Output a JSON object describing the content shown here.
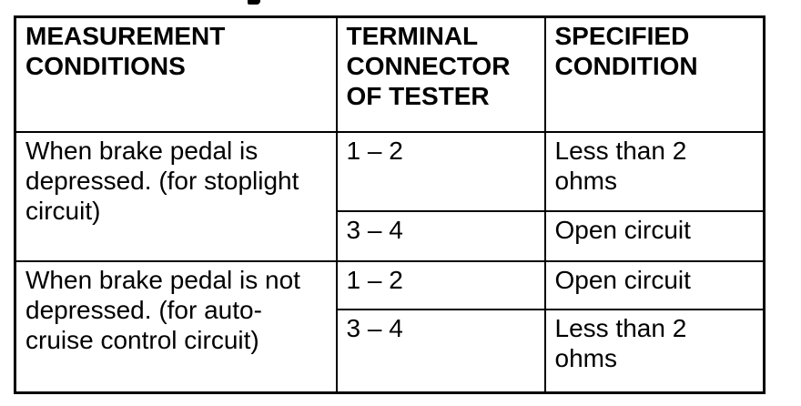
{
  "page": {
    "background": "#ffffff",
    "ink_color": "#000000"
  },
  "table": {
    "columns": [
      {
        "header": "MEASUREMENT CONDITIONS"
      },
      {
        "header": "TERMINAL CONNECTOR OF TESTER"
      },
      {
        "header": "SPECIFIED CONDITION"
      }
    ],
    "groups": [
      {
        "measurement": "When brake pedal is depressed. (for stoplight circuit)",
        "checks": [
          {
            "terminals": "1 – 2",
            "condition": "Less than 2 ohms"
          },
          {
            "terminals": "3 – 4",
            "condition": "Open circuit"
          }
        ]
      },
      {
        "measurement": "When brake pedal is not depressed. (for auto-cruise control circuit)",
        "checks": [
          {
            "terminals": "1 – 2",
            "condition": "Open circuit"
          },
          {
            "terminals": "3 – 4",
            "condition": "Less than 2 ohms"
          }
        ]
      }
    ]
  }
}
